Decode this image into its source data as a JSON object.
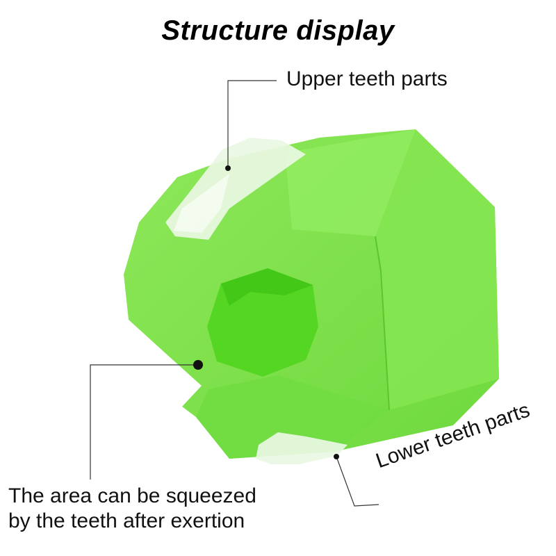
{
  "title": "Structure display",
  "callouts": {
    "upper_teeth": "Upper teeth parts",
    "lower_teeth": "Lower teeth parts",
    "squeeze_line1": "The area can be squeezed",
    "squeeze_line2": "by the teeth after exertion"
  },
  "colors": {
    "body_green": "#7be24a",
    "teeth_clear": "#eaf7e4",
    "hole_green": "#4ed51e"
  }
}
